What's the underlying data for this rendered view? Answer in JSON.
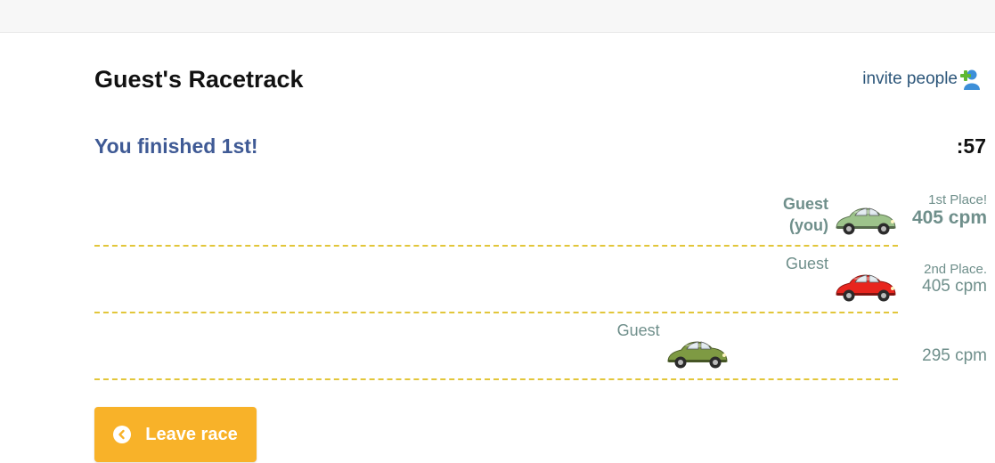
{
  "racetrack": {
    "title": "Guest's Racetrack",
    "invite_label": "invite people",
    "status": "You finished 1st!",
    "timer": ":57"
  },
  "racers": [
    {
      "name": "Guest",
      "you_label": "(you)",
      "place": "1st Place!",
      "cpm": "405 cpm",
      "progress": 1.0,
      "car_color": "#9dc38b"
    },
    {
      "name": "Guest",
      "place": "2nd Place.",
      "cpm": "405 cpm",
      "progress": 1.0,
      "car_color": "#e8251e"
    },
    {
      "name": "Guest",
      "place": "",
      "cpm": "295 cpm",
      "progress": 0.79,
      "car_color": "#7e9a43"
    }
  ],
  "actions": {
    "leave_label": "Leave race"
  },
  "icons": {
    "invite": "add-person-icon",
    "leave": "chevron-left-circle-icon",
    "car": "car-icon"
  }
}
